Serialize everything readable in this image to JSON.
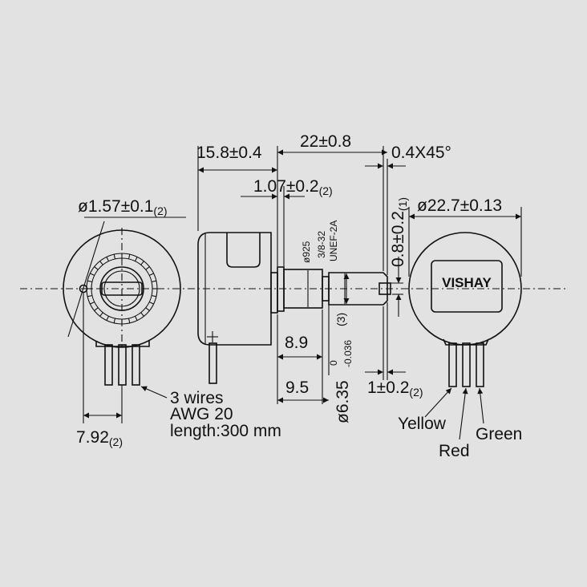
{
  "brand": "VISHAY",
  "dimensions": {
    "pin_hole": "ø1.57±0.1",
    "pin_hole_note": "(2)",
    "wire_spacing": "7.92",
    "wire_spacing_note": "(2)",
    "body_length": "15.8±0.4",
    "shaft_length": "22±0.8",
    "chamfer": "0.4X45°",
    "flange": "1.07±0.2",
    "flange_note": "(2)",
    "flat_depth": "0.8±0.2",
    "flat_depth_note": "(1)",
    "body_diameter": "ø22.7±0.13",
    "bushing_diameter": "ø925",
    "thread_line1": "3/8-32",
    "thread_line2": "UNEF-2A",
    "bushing_length": "8.9",
    "bushing_total": "9.5",
    "shaft_diameter": "ø6.35",
    "shaft_tol_upper": "0",
    "shaft_tol_lower": "-0.036",
    "shaft_note": "(3)",
    "slot": "1±0.2",
    "slot_note": "(2)"
  },
  "wires": {
    "line1": "3 wires",
    "line2": "AWG 20",
    "line3": "length:300 mm",
    "colors": [
      "Yellow",
      "Red",
      "Green"
    ]
  }
}
